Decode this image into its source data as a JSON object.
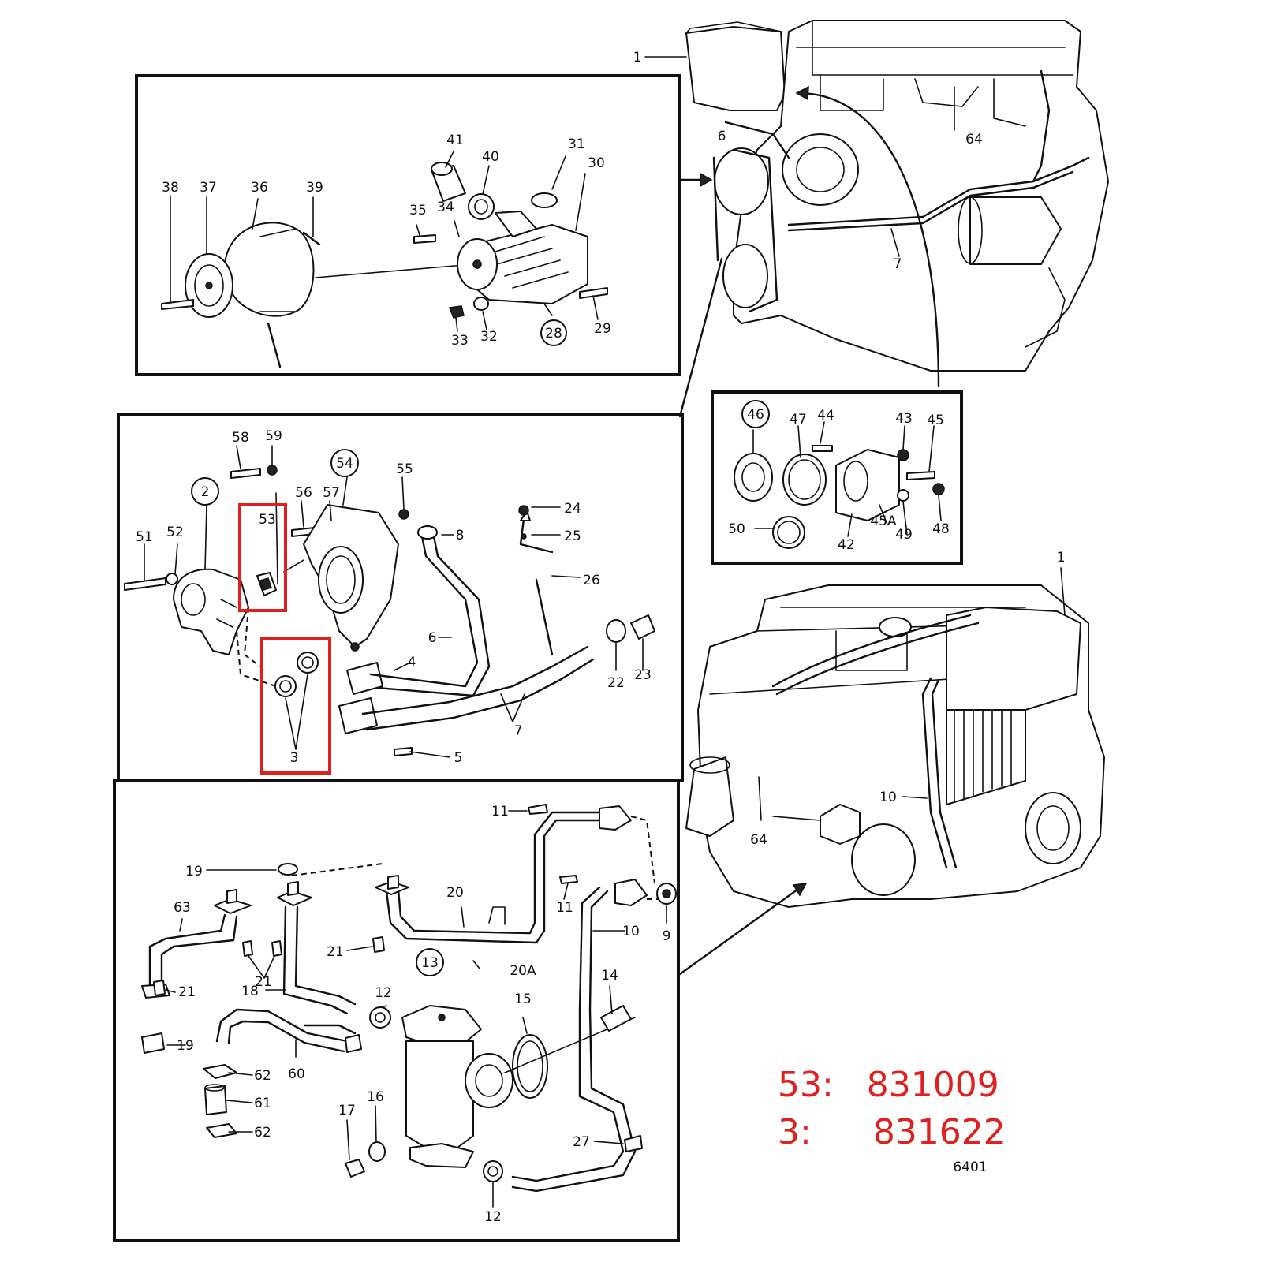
{
  "callouts": {
    "p1_top": "1",
    "p6_top": "6",
    "p64_top": "64",
    "p7_top": "7",
    "p41": "41",
    "p40": "40",
    "p31": "31",
    "p30": "30",
    "p38": "38",
    "p37": "37",
    "p36": "36",
    "p39": "39",
    "p35": "35",
    "p34": "34",
    "p33": "33",
    "p32": "32",
    "p28": "28",
    "p29": "29",
    "p46": "46",
    "p47": "47",
    "p44": "44",
    "p43": "43",
    "p45": "45",
    "p50": "50",
    "p42": "42",
    "p45A": "45A",
    "p49": "49",
    "p48": "48",
    "p58": "58",
    "p59": "59",
    "p54": "54",
    "p55": "55",
    "p2": "2",
    "p56": "56",
    "p57": "57",
    "p53": "53",
    "p24": "24",
    "p25": "25",
    "p8": "8",
    "p51": "51",
    "p52": "52",
    "p26": "26",
    "p6_mid": "6",
    "p4": "4",
    "p22": "22",
    "p23": "23",
    "p3": "3",
    "p7_mid": "7",
    "p5": "5",
    "p1_bot": "1",
    "p10_eng": "10",
    "p64_bot": "64",
    "p11_a": "11",
    "p11_b": "11",
    "p19_a": "19",
    "p20": "20",
    "p9": "9",
    "p63": "63",
    "p10_low": "10",
    "p21_a": "21",
    "p21_b": "21",
    "p21_c": "21",
    "p13": "13",
    "p20A": "20A",
    "p18": "18",
    "p12_a": "12",
    "p15": "15",
    "p14": "14",
    "p19_b": "19",
    "p62_a": "62",
    "p60": "60",
    "p61": "61",
    "p62_b": "62",
    "p17": "17",
    "p16": "16",
    "p27": "27",
    "p12_b": "12",
    "drawing_no": "6401"
  },
  "part_numbers": [
    {
      "ref": "53:",
      "number": "831009"
    },
    {
      "ref": "3:",
      "number": "831622"
    }
  ],
  "colors": {
    "highlight": "#e01f1f",
    "line": "#111111",
    "background": "#ffffff"
  }
}
